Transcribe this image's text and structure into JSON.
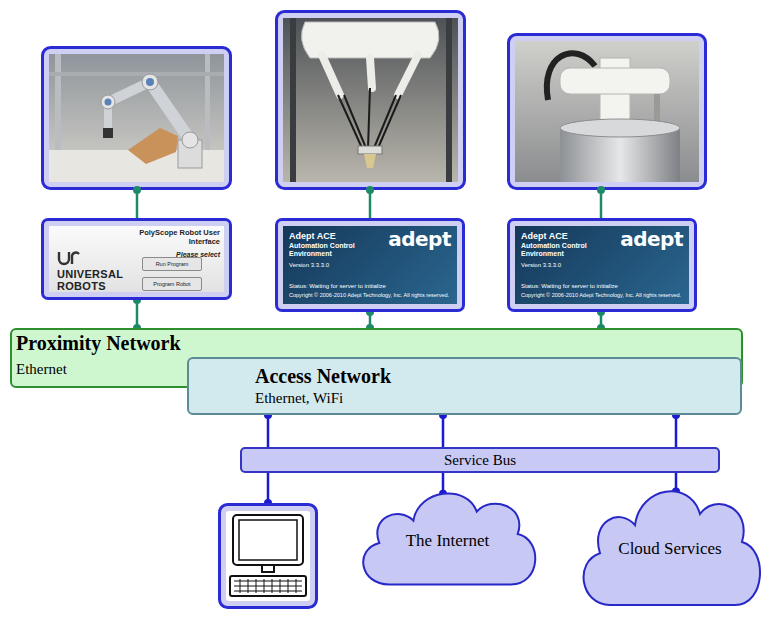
{
  "diagram": {
    "nodes": [
      {
        "text": [
          "PolyScope Robot User Interface",
          "Please select",
          "UNIVERSAL ROBOTS"
        ]
      },
      {
        "text": [
          "Run Program"
        ],
        "in": 0
      },
      {
        "text": [
          "Program Robot"
        ],
        "in": 0
      },
      {
        "text": [
          "Adept ACE",
          "Automation Control Environment",
          "Version 3.3.3.0",
          "Status: Waiting for server to initialize",
          "Copyright © 2006-2010 Adept Technology, Inc. All rights reserved.",
          "adept"
        ]
      },
      {
        "text": [
          "Adept ACE",
          "Automation Control Environment",
          "Version 3.3.3.0",
          "Status: Waiting for server to initialize",
          "Copyright © 2006-2010 Adept Technology, Inc. All rights reserved.",
          "adept"
        ]
      },
      {
        "text": [
          "Proximity Network",
          "Ethernet"
        ]
      },
      {
        "text": [
          "Access Network",
          "Ethernet, WiFi"
        ]
      },
      {
        "text": [
          "Service Bus"
        ]
      },
      {
        "text": [
          "The Internet"
        ]
      },
      {
        "text": [
          "Cloud Services"
        ]
      }
    ],
    "edges": [
      {
        "from": 0,
        "to": 5,
        "arrow": "none"
      },
      {
        "from": 3,
        "to": 5,
        "arrow": "none"
      },
      {
        "from": 4,
        "to": 5,
        "arrow": "none"
      },
      {
        "from": 6,
        "to": 7,
        "arrow": "none"
      },
      {
        "from": 6,
        "to": 7,
        "arrow": "none"
      },
      {
        "from": 6,
        "to": 7,
        "arrow": "none"
      },
      {
        "from": 7,
        "to": 8,
        "arrow": "none"
      },
      {
        "from": 7,
        "to": 9,
        "arrow": "none"
      }
    ]
  }
}
